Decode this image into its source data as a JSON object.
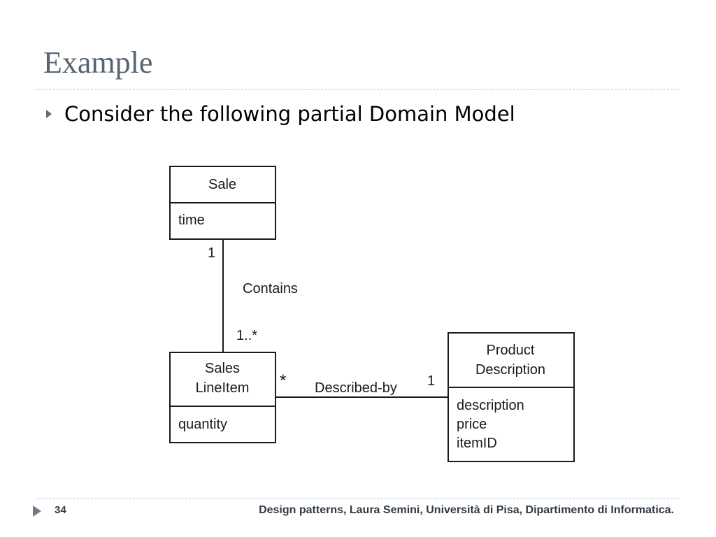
{
  "slide": {
    "title": "Example",
    "bullet": "Consider the following partial Domain Model"
  },
  "diagram": {
    "classes": {
      "sale": {
        "name_lines": [
          "Sale"
        ],
        "attributes": [
          "time"
        ]
      },
      "sales_line_item": {
        "name_lines": [
          "Sales",
          "LineItem"
        ],
        "attributes": [
          "quantity"
        ]
      },
      "product_description": {
        "name_lines": [
          "Product",
          "Description"
        ],
        "attributes": [
          "description",
          "price",
          "itemID"
        ]
      }
    },
    "associations": {
      "contains": {
        "label": "Contains",
        "multiplicity_source": "1",
        "multiplicity_target": "1..*"
      },
      "described_by": {
        "label": "Described-by",
        "multiplicity_source": "*",
        "multiplicity_target": "1"
      }
    }
  },
  "footer": {
    "page_number": "34",
    "credit": "Design patterns, Laura Semini, Università di Pisa, Dipartimento di Informatica."
  },
  "colors": {
    "title": "#57636f",
    "bullet_arrow": "#5b6b7c",
    "footer_arrow": "#6c7d8e",
    "rule": "#b9c2cb"
  }
}
